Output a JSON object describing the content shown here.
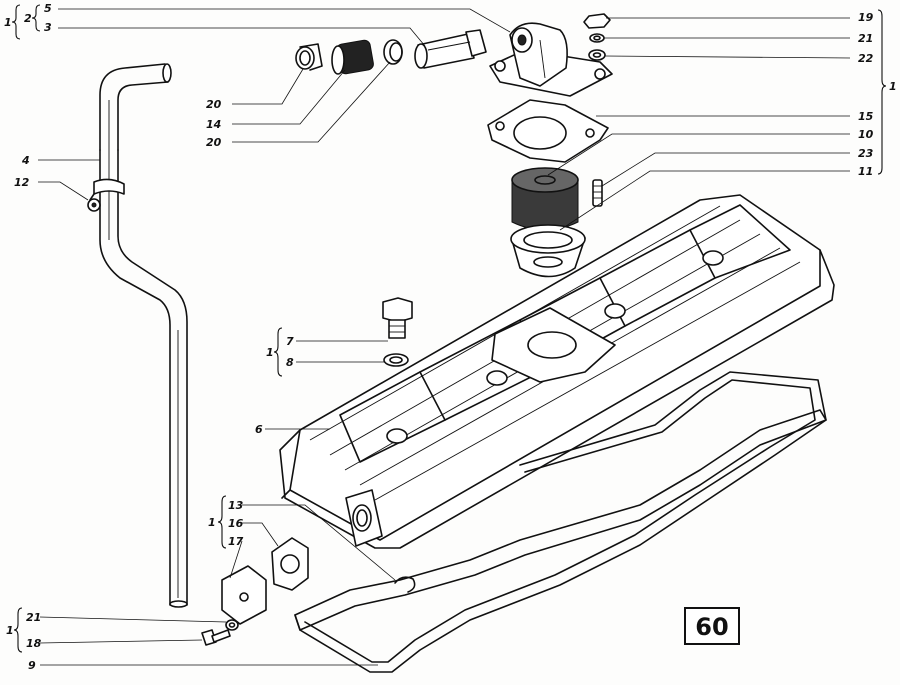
{
  "figure_number": "60",
  "labels": {
    "l1_top": "1",
    "l2_top": "2",
    "l5": "5",
    "l3": "3",
    "l19": "19",
    "l21_top": "21",
    "l22": "22",
    "l1_right": "1",
    "l15": "15",
    "l10": "10",
    "l23": "23",
    "l11": "11",
    "l4": "4",
    "l12": "12",
    "l20_a": "20",
    "l14": "14",
    "l20_b": "20",
    "l1_mid": "1",
    "l7": "7",
    "l8": "8",
    "l6": "6",
    "l1_low": "1",
    "l13": "13",
    "l16": "16",
    "l17": "17",
    "l1_bottom": "1",
    "l21_bottom": "21",
    "l18": "18",
    "l9": "9"
  }
}
